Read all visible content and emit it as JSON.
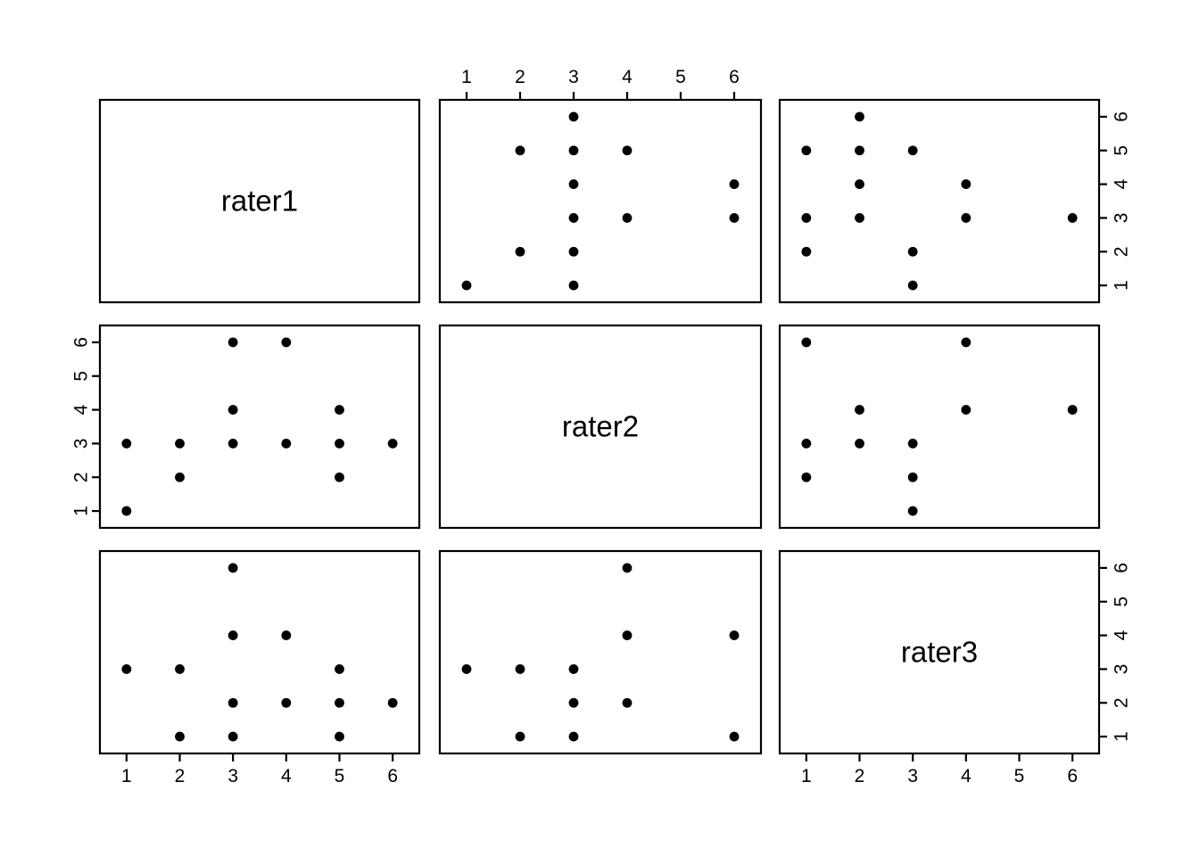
{
  "figure": {
    "type": "scatterplot-matrix",
    "variables": [
      "rater1",
      "rater2",
      "rater3"
    ],
    "background_color": "#ffffff",
    "point_color": "#000000",
    "frame_color": "#000000"
  },
  "diagonal": {
    "labels": [
      "rater1",
      "rater2",
      "rater3"
    ]
  },
  "axes": {
    "tick_values": [
      1,
      2,
      3,
      4,
      5,
      6
    ],
    "tick_labels": [
      "1",
      "2",
      "3",
      "4",
      "5",
      "6"
    ],
    "xlim": [
      0.5,
      6.5
    ],
    "ylim": [
      0.5,
      6.5
    ],
    "grid": false,
    "top_axis_column": 2,
    "bottom_axis_columns": [
      1,
      3
    ],
    "left_axis_row": 2,
    "right_axis_rows": [
      1,
      3
    ]
  },
  "chart_data": {
    "type": "scatter",
    "title": "",
    "xlabel": "",
    "ylabel": "",
    "xlim": [
      0.5,
      6.5
    ],
    "ylim": [
      0.5,
      6.5
    ],
    "grid": false,
    "variables": [
      "rater1",
      "rater2",
      "rater3"
    ],
    "observations": [
      {
        "rater1": 6,
        "rater2": 3,
        "rater3": 2
      },
      {
        "rater1": 5,
        "rater2": 2,
        "rater3": 1
      },
      {
        "rater1": 5,
        "rater2": 3,
        "rater3": 2
      },
      {
        "rater1": 5,
        "rater2": 4,
        "rater3": 3
      },
      {
        "rater1": 4,
        "rater2": 3,
        "rater3": 2
      },
      {
        "rater1": 4,
        "rater2": 6,
        "rater3": 4
      },
      {
        "rater1": 3,
        "rater2": 3,
        "rater3": 1
      },
      {
        "rater1": 3,
        "rater2": 3,
        "rater3": 2
      },
      {
        "rater1": 3,
        "rater2": 4,
        "rater3": 4
      },
      {
        "rater1": 3,
        "rater2": 6,
        "rater3": 6
      },
      {
        "rater1": 2,
        "rater2": 2,
        "rater3": 1
      },
      {
        "rater1": 2,
        "rater2": 3,
        "rater3": 3
      },
      {
        "rater1": 1,
        "rater2": 1,
        "rater3": 3
      }
    ],
    "panels": [
      {
        "row": 1,
        "col": 1,
        "kind": "diagonal",
        "label": "rater1",
        "points": []
      },
      {
        "row": 1,
        "col": 2,
        "kind": "scatter",
        "x_var": "rater2",
        "y_var": "rater1",
        "points": [
          {
            "x": 3,
            "y": 6
          },
          {
            "x": 2,
            "y": 5
          },
          {
            "x": 3,
            "y": 5
          },
          {
            "x": 4,
            "y": 5
          },
          {
            "x": 3,
            "y": 4
          },
          {
            "x": 6,
            "y": 4
          },
          {
            "x": 3,
            "y": 3
          },
          {
            "x": 4,
            "y": 3
          },
          {
            "x": 6,
            "y": 3
          },
          {
            "x": 2,
            "y": 2
          },
          {
            "x": 3,
            "y": 2
          },
          {
            "x": 1,
            "y": 1
          },
          {
            "x": 3,
            "y": 1
          }
        ]
      },
      {
        "row": 1,
        "col": 3,
        "kind": "scatter",
        "x_var": "rater3",
        "y_var": "rater1",
        "points": [
          {
            "x": 2,
            "y": 6
          },
          {
            "x": 1,
            "y": 5
          },
          {
            "x": 2,
            "y": 5
          },
          {
            "x": 3,
            "y": 5
          },
          {
            "x": 2,
            "y": 4
          },
          {
            "x": 4,
            "y": 4
          },
          {
            "x": 1,
            "y": 3
          },
          {
            "x": 2,
            "y": 3
          },
          {
            "x": 4,
            "y": 3
          },
          {
            "x": 6,
            "y": 3
          },
          {
            "x": 1,
            "y": 2
          },
          {
            "x": 3,
            "y": 2
          },
          {
            "x": 3,
            "y": 1
          }
        ]
      },
      {
        "row": 2,
        "col": 1,
        "kind": "scatter",
        "x_var": "rater1",
        "y_var": "rater2",
        "points": [
          {
            "x": 3,
            "y": 6
          },
          {
            "x": 4,
            "y": 6
          },
          {
            "x": 3,
            "y": 4
          },
          {
            "x": 5,
            "y": 4
          },
          {
            "x": 1,
            "y": 3
          },
          {
            "x": 2,
            "y": 3
          },
          {
            "x": 3,
            "y": 3
          },
          {
            "x": 4,
            "y": 3
          },
          {
            "x": 5,
            "y": 3
          },
          {
            "x": 6,
            "y": 3
          },
          {
            "x": 2,
            "y": 2
          },
          {
            "x": 5,
            "y": 2
          },
          {
            "x": 1,
            "y": 1
          }
        ]
      },
      {
        "row": 2,
        "col": 2,
        "kind": "diagonal",
        "label": "rater2",
        "points": []
      },
      {
        "row": 2,
        "col": 3,
        "kind": "scatter",
        "x_var": "rater3",
        "y_var": "rater2",
        "points": [
          {
            "x": 1,
            "y": 6
          },
          {
            "x": 4,
            "y": 6
          },
          {
            "x": 2,
            "y": 4
          },
          {
            "x": 4,
            "y": 4
          },
          {
            "x": 6,
            "y": 4
          },
          {
            "x": 1,
            "y": 3
          },
          {
            "x": 2,
            "y": 3
          },
          {
            "x": 3,
            "y": 3
          },
          {
            "x": 1,
            "y": 2
          },
          {
            "x": 3,
            "y": 2
          },
          {
            "x": 3,
            "y": 1
          }
        ]
      },
      {
        "row": 3,
        "col": 1,
        "kind": "scatter",
        "x_var": "rater1",
        "y_var": "rater3",
        "points": [
          {
            "x": 3,
            "y": 6
          },
          {
            "x": 3,
            "y": 4
          },
          {
            "x": 4,
            "y": 4
          },
          {
            "x": 1,
            "y": 3
          },
          {
            "x": 2,
            "y": 3
          },
          {
            "x": 5,
            "y": 3
          },
          {
            "x": 3,
            "y": 2
          },
          {
            "x": 4,
            "y": 2
          },
          {
            "x": 5,
            "y": 2
          },
          {
            "x": 6,
            "y": 2
          },
          {
            "x": 2,
            "y": 1
          },
          {
            "x": 3,
            "y": 1
          },
          {
            "x": 5,
            "y": 1
          }
        ]
      },
      {
        "row": 3,
        "col": 2,
        "kind": "scatter",
        "x_var": "rater2",
        "y_var": "rater3",
        "points": [
          {
            "x": 4,
            "y": 6
          },
          {
            "x": 4,
            "y": 4
          },
          {
            "x": 6,
            "y": 4
          },
          {
            "x": 1,
            "y": 3
          },
          {
            "x": 2,
            "y": 3
          },
          {
            "x": 3,
            "y": 3
          },
          {
            "x": 3,
            "y": 2
          },
          {
            "x": 4,
            "y": 2
          },
          {
            "x": 2,
            "y": 1
          },
          {
            "x": 3,
            "y": 1
          },
          {
            "x": 6,
            "y": 1
          }
        ]
      },
      {
        "row": 3,
        "col": 3,
        "kind": "diagonal",
        "label": "rater3",
        "points": []
      }
    ]
  }
}
